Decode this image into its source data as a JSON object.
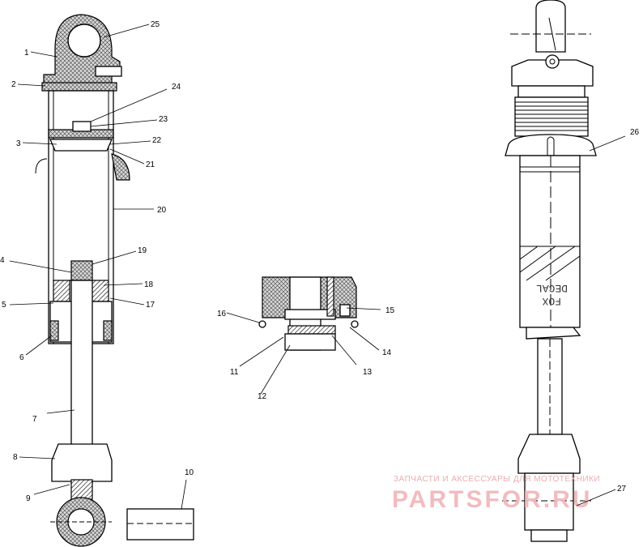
{
  "callouts": [
    {
      "id": "25",
      "text": "25"
    },
    {
      "id": "1",
      "text": "1"
    },
    {
      "id": "2",
      "text": "2"
    },
    {
      "id": "24",
      "text": "24"
    },
    {
      "id": "23",
      "text": "23"
    },
    {
      "id": "22",
      "text": "22"
    },
    {
      "id": "3",
      "text": "3"
    },
    {
      "id": "21",
      "text": "21"
    },
    {
      "id": "20",
      "text": "20"
    },
    {
      "id": "19",
      "text": "19"
    },
    {
      "id": "4",
      "text": "4"
    },
    {
      "id": "18",
      "text": "18"
    },
    {
      "id": "5",
      "text": "5"
    },
    {
      "id": "17",
      "text": "17"
    },
    {
      "id": "6",
      "text": "6"
    },
    {
      "id": "7",
      "text": "7"
    },
    {
      "id": "8",
      "text": "8"
    },
    {
      "id": "9",
      "text": "9"
    },
    {
      "id": "10",
      "text": "10"
    },
    {
      "id": "16",
      "text": "16"
    },
    {
      "id": "15",
      "text": "15"
    },
    {
      "id": "14",
      "text": "14"
    },
    {
      "id": "11",
      "text": "11"
    },
    {
      "id": "13",
      "text": "13"
    },
    {
      "id": "12",
      "text": "12"
    },
    {
      "id": "26",
      "text": "26"
    },
    {
      "id": "27",
      "text": "27"
    }
  ],
  "decal_text": {
    "line1": "DECAL",
    "line2": "FOX"
  },
  "watermark": {
    "tagline": "ЗАПЧАСТИ И АКСЕССУАРЫ ДЛЯ МОТОТЕХНИКИ",
    "brand": "PARTSFOR.RU"
  },
  "colors": {
    "line": "#000000",
    "watermark": "#f2b8bc",
    "background": "#ffffff"
  }
}
